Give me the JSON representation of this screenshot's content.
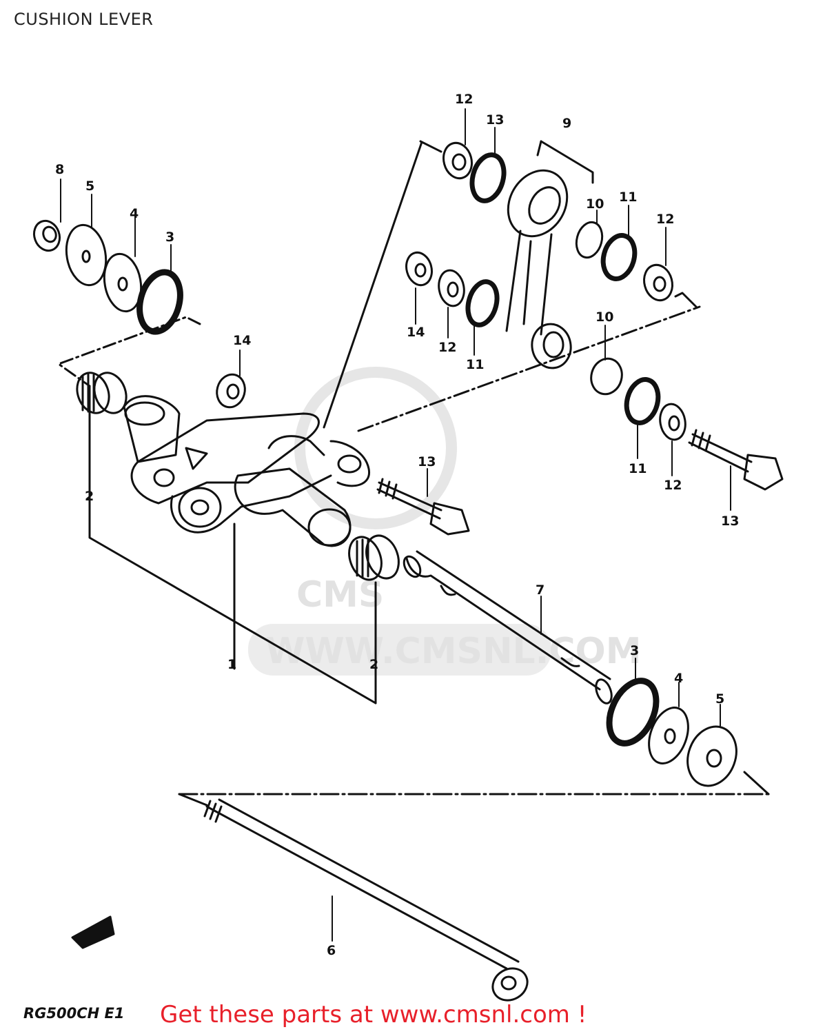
{
  "header": {
    "title": "CUSHION LEVER"
  },
  "diagram": {
    "callouts": {
      "c8_top": "8",
      "c5_top": "5",
      "c4_top": "4",
      "c3_top": "3",
      "c12_a": "12",
      "c13_a": "13",
      "c9": "9",
      "c10_a": "10",
      "c11_a": "11",
      "c12_b": "12",
      "c14_a": "14",
      "c12_c": "12",
      "c11_b": "11",
      "c14_b": "14",
      "c10_b": "10",
      "c13_b": "13",
      "c11_c": "11",
      "c12_d": "12",
      "c13_c": "13",
      "c2_a": "2",
      "c1": "1",
      "c2_b": "2",
      "c7": "7",
      "c3_bot": "3",
      "c4_bot": "4",
      "c5_bot": "5",
      "c6": "6"
    },
    "watermark": "WWW.CMSNL.COM",
    "watermark_logo": "CMS"
  },
  "footer": {
    "model_code": "RG500CH E1",
    "cta": "Get these parts at www.cmsnl.com !"
  }
}
